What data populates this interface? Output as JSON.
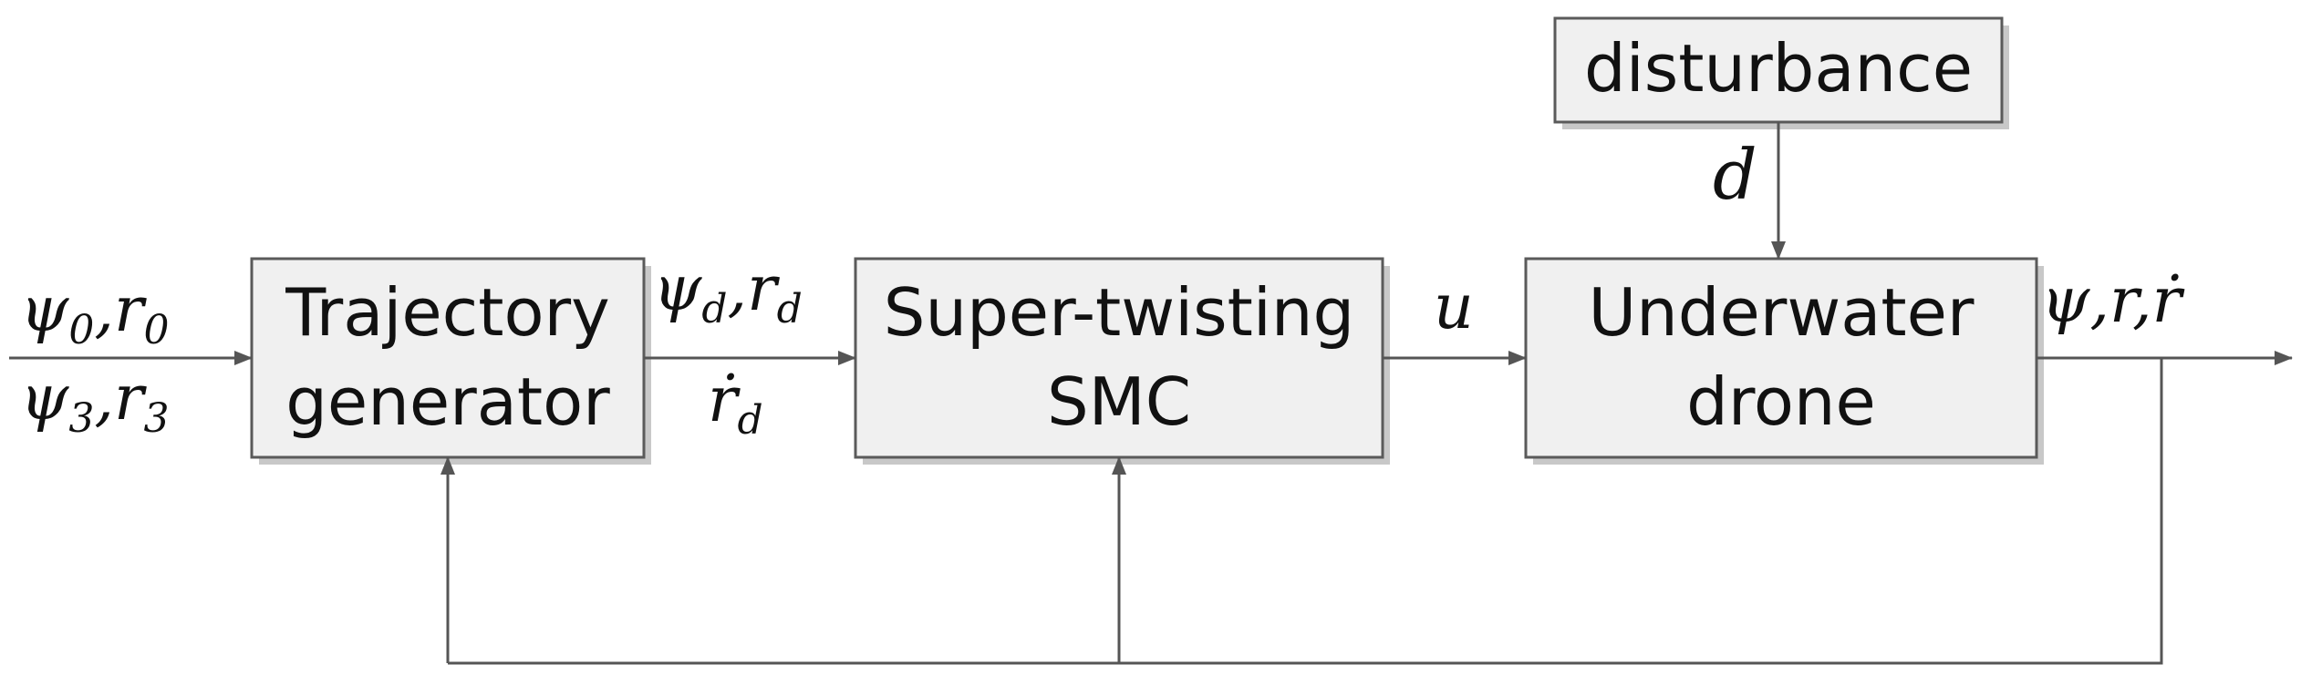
{
  "blocks": {
    "trajectory": {
      "line1": "Trajectory",
      "line2": "generator"
    },
    "smc": {
      "line1": "Super-twisting",
      "line2": "SMC"
    },
    "drone": {
      "line1": "Underwater",
      "line2": "drone"
    },
    "disturbance": {
      "label": "disturbance"
    }
  },
  "signals": {
    "input_top": {
      "sym1": "ψ",
      "sub1": "0",
      "sym2": "r",
      "sub2": "0"
    },
    "input_bottom": {
      "sym1": "ψ",
      "sub1": "3",
      "sym2": "r",
      "sub2": "3"
    },
    "desired_top": {
      "sym1": "ψ",
      "sub1": "d",
      "sym2": "r",
      "sub2": "d"
    },
    "desired_bottom": {
      "sym": "ṙ",
      "sub": "d"
    },
    "control": "u",
    "disturbance": "d",
    "output": "ψ,r,ṙ"
  },
  "colors": {
    "block_fill": "#f0f0f0",
    "line": "#555555",
    "text": "#111111"
  }
}
